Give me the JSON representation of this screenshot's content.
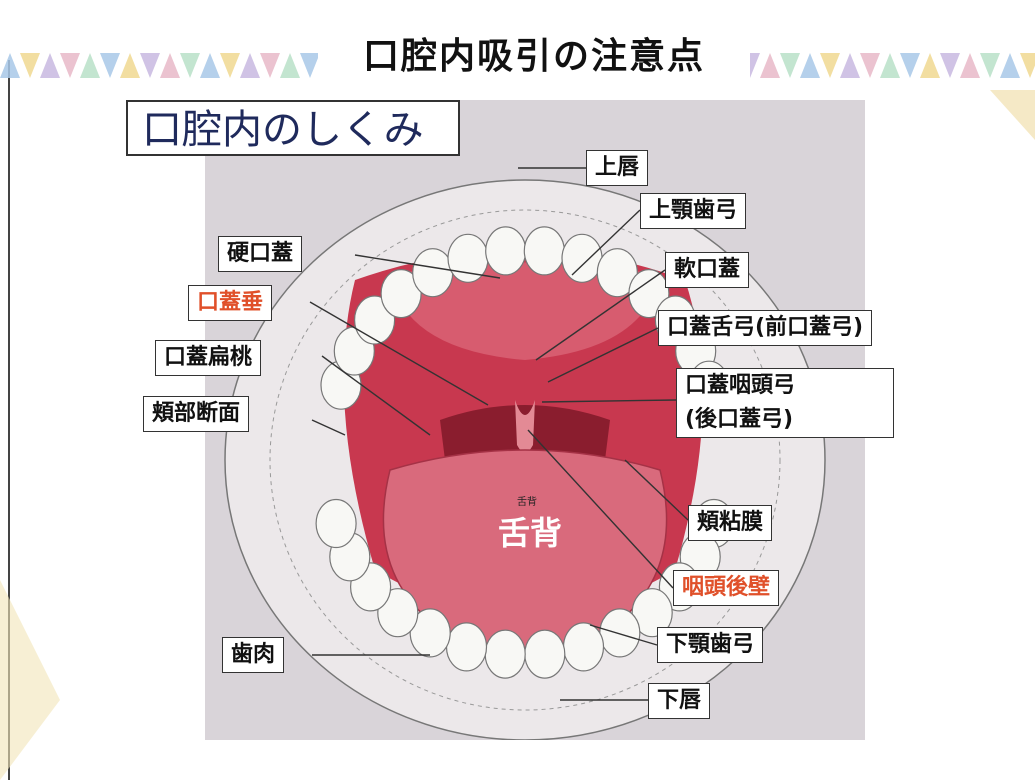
{
  "slide": {
    "title": "口腔内吸引の注意点"
  },
  "diagram": {
    "title": "口腔内のしくみ",
    "tongue_center": "舌背",
    "tongue_small": "舌背"
  },
  "labels": {
    "upper_lip": "上唇",
    "upper_dental_arch": "上顎歯弓",
    "hard_palate": "硬口蓋",
    "soft_palate": "軟口蓋",
    "uvula": "口蓋垂",
    "palatoglossal_arch": "口蓋舌弓(前口蓋弓)",
    "palatine_tonsil": "口蓋扁桃",
    "palatopharyngeal_arch_1": "口蓋咽頭弓",
    "palatopharyngeal_arch_2": "(後口蓋弓)",
    "cheek_section": "頬部断面",
    "buccal_mucosa": "頬粘膜",
    "posterior_pharyngeal_wall": "咽頭後壁",
    "gums": "歯肉",
    "lower_dental_arch": "下顎歯弓",
    "lower_lip": "下唇"
  },
  "colors": {
    "highlight_label": "#e0502a",
    "title_text": "#1f2a5c",
    "mucosa": "#c8384f",
    "tongue": "#d96a7c"
  }
}
